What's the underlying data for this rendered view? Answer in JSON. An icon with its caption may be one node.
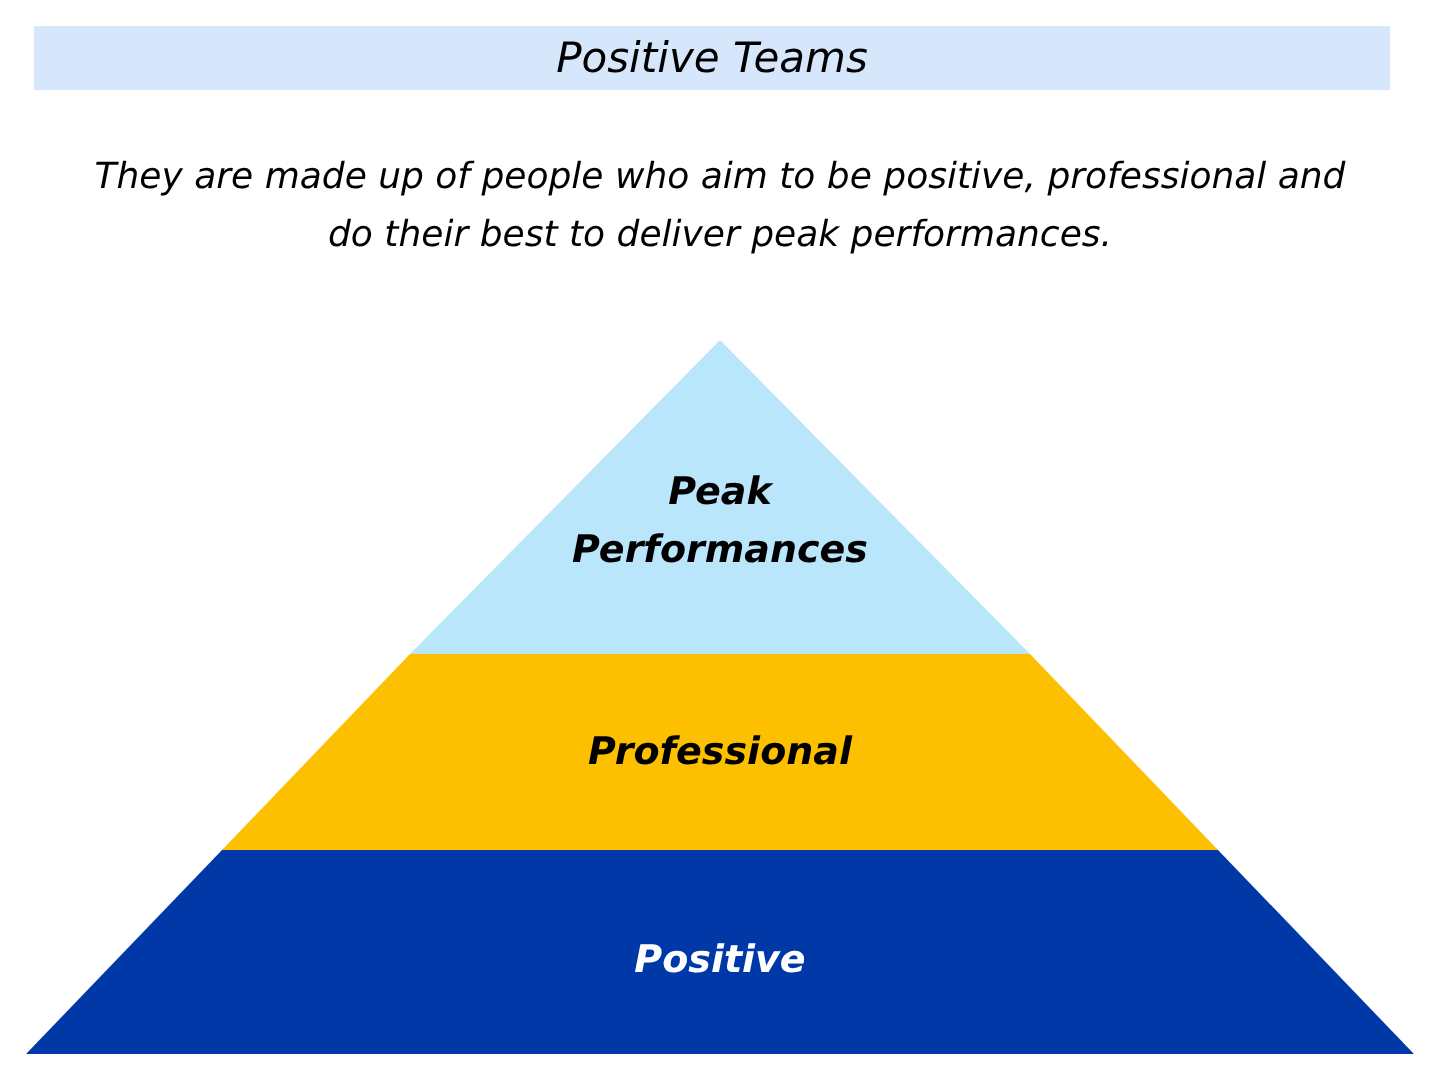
{
  "diagram": {
    "title": "Positive Teams",
    "nodes": [
      {
        "text": [
          "Peak Performances"
        ]
      },
      {
        "text": [
          "Professional"
        ]
      },
      {
        "text": [
          "Positive"
        ]
      }
    ],
    "labels": [
      "They are made up of people who aim to be positive, professional and do their best to deliver peak performances."
    ]
  }
}
